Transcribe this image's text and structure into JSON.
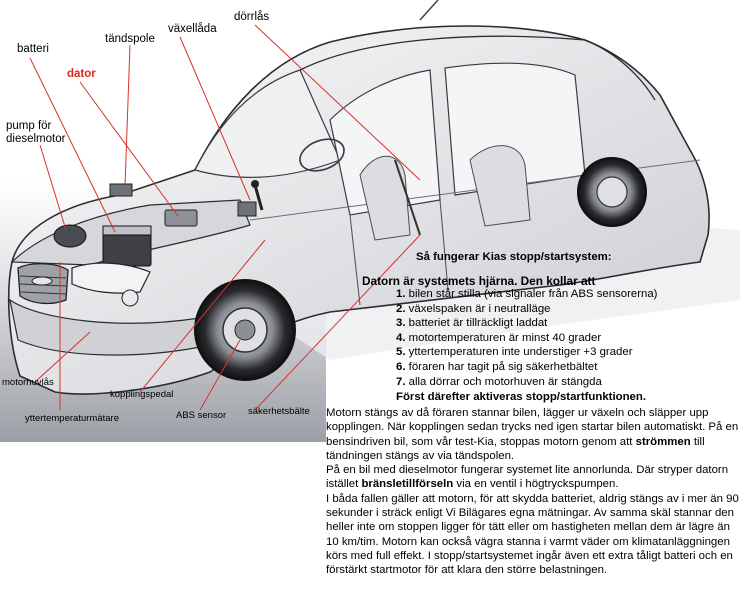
{
  "labels": {
    "dorrlas": "dörrlås",
    "vaxellada": "växellåda",
    "tandspole": "tändspole",
    "batteri": "batteri",
    "dator": "dator",
    "pump": "pump för\ndieselmotor",
    "motorhuvlas": "motorhuvlås",
    "kopplingspedal": "kopplingspedal",
    "yttertemperaturmatare": "yttertemperaturmätare",
    "abs_sensor": "ABS sensor",
    "sakerhetsbalte": "säkerhetsbälte"
  },
  "panel": {
    "title": "Så fungerar Kias stopp/startsystem:",
    "lead": "Datorn är systemets hjärna. Den kollar att",
    "conditions": [
      {
        "num": "1.",
        "text": " bilen står stilla (via signaler från ABS sensorerna)"
      },
      {
        "num": "2.",
        "text": " växelspaken är i neutralläge"
      },
      {
        "num": "3.",
        "text": " batteriet är tillräckligt laddat"
      },
      {
        "num": "4.",
        "text": " motortemperaturen är minst 40 grader"
      },
      {
        "num": "5.",
        "text": " yttertemperaturen inte understiger +3 grader"
      },
      {
        "num": "6.",
        "text": " föraren har tagit på sig säkerhetbältet"
      },
      {
        "num": "7.",
        "text": " alla dörrar och motorhuven är stängda"
      }
    ],
    "closing": "Först därefter aktiveras stopp/startfunktionen.",
    "p1_a": "Motorn stängs av då föraren stannar bilen, lägger ur växeln och släpper upp kopplingen. När kopplingen sedan trycks ned igen startar bilen automatiskt. På en bensindriven bil, som vår test-Kia, stoppas motorn genom att ",
    "p1_b": "strömmen",
    "p1_c": " till tändningen stängs av via tändspolen.",
    "p2_a": "På en bil med dieselmotor fungerar systemet lite annorlunda. Där stryper datorn istället ",
    "p2_b": "bränsletillförseln",
    "p2_c": " via en ventil i högtryckspumpen.",
    "p3": "I båda fallen gäller att motorn, för att skydda batteriet, aldrig stängs av i mer än 90 sekunder i sträck enligt Vi Bilägares egna mätningar. Av samma skäl stannar den heller inte om stoppen ligger för tätt eller om hastigheten mellan dem är lägre än 10 km/tim. Motorn kan också vägra stanna i varmt väder om klimatanläggningen körs med full effekt. I stopp/startsystemet ingår även ett extra tåligt batteri och en förstärkt startmotor för att klara den större belastningen."
  },
  "colors": {
    "accent_red": "#e1251b",
    "leader_line": "#d7332b"
  }
}
